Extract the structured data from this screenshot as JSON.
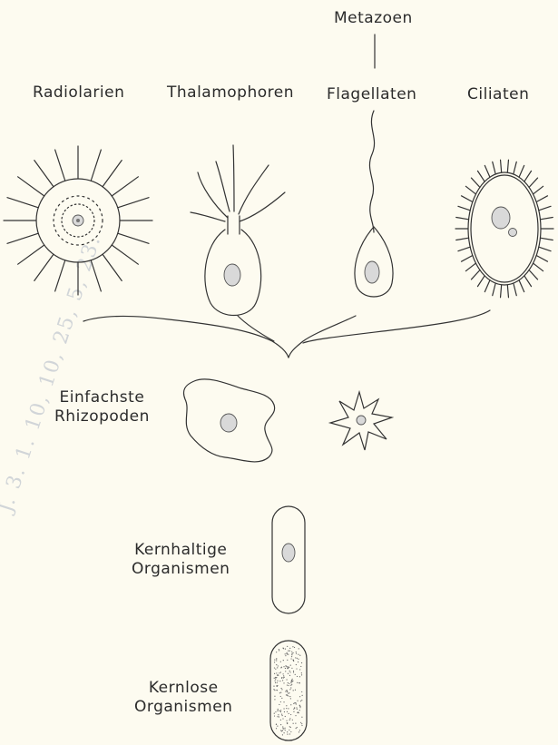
{
  "labels": {
    "metazoen": "Metazoen",
    "radiolarien": "Radiolarien",
    "thalamophoren": "Thalamophoren",
    "flagellaten": "Flagellaten",
    "ciliaten": "Ciliaten",
    "einfachste_line1": "Einfachste",
    "einfachste_line2": "Rhizopoden",
    "kernhaltige_line1": "Kernhaltige",
    "kernhaltige_line2": "Organismen",
    "kernlose_line1": "Kernlose",
    "kernlose_line2": "Organismen"
  },
  "stamp_text": "J. 3. 1. 10, 10, 25, 5, 23."
}
